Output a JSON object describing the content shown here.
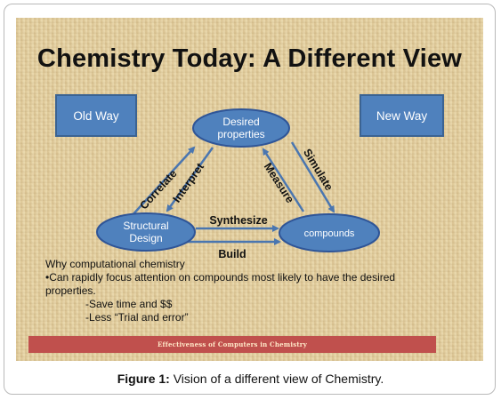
{
  "slide": {
    "title": "Chemistry Today: A Different View",
    "old_way": "Old Way",
    "new_way": "New Way"
  },
  "diagram": {
    "nodes": {
      "desired_line1": "Desired",
      "desired_line2": "properties",
      "structural_line1": "Structural",
      "structural_line2": "Design",
      "compounds": "compounds"
    },
    "edges": {
      "correlate": "Correlate",
      "interpret": "Interpret",
      "measure": "Measure",
      "simulate": "Simulate",
      "synthesize": "Synthesize",
      "build": "Build"
    },
    "colors": {
      "node_fill": "#4f81bd",
      "node_stroke": "#2f5597",
      "arrow": "#4a76b0"
    }
  },
  "notes": {
    "heading": "Why computational chemistry",
    "bullet_line1": "•Can rapidly focus attention on compounds most likely to have the desired",
    "bullet_line2": "properties.",
    "sub1": "-Save time and $$",
    "sub2": "-Less “Trial and error”"
  },
  "banner": {
    "text": "Effectiveness of Computers in Chemistry",
    "color": "#c0504d"
  },
  "caption": {
    "label": "Figure 1:",
    "text": " Vision of a different view of Chemistry."
  }
}
